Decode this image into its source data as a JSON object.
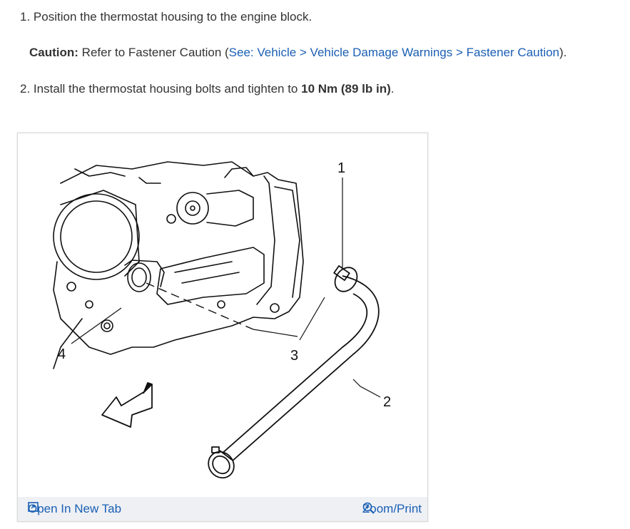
{
  "steps": [
    {
      "number": "1.",
      "text": "Position the thermostat housing to the engine block."
    },
    {
      "number": "2.",
      "text_before": "Install the thermostat housing bolts and tighten to ",
      "torque": "10 Nm (89 lb in)",
      "text_after": "."
    }
  ],
  "caution": {
    "label": "Caution:",
    "text": "Refer to Fastener Caution (",
    "link_text": "See: Vehicle > Vehicle Damage Warnings > Fastener Caution",
    "text_after": ")."
  },
  "figure": {
    "callouts": [
      "1",
      "2",
      "3",
      "4"
    ],
    "open_tab_label": "Open In New Tab",
    "zoom_label": "Zoom/Print",
    "open_tab_icon": "open-in-new-tab-icon",
    "zoom_icon": "zoom-in-icon"
  },
  "colors": {
    "text": "#333333",
    "link": "#1a5fb4",
    "footer_bg": "#eef0f4"
  }
}
